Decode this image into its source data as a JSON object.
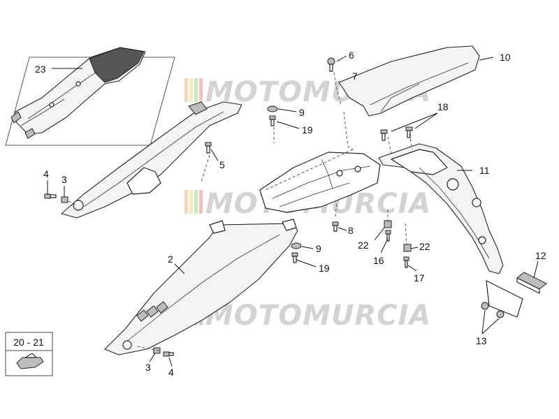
{
  "watermark": {
    "text": "MOTOMURCIA"
  },
  "inset": {
    "label": "20 - 21"
  },
  "callouts": [
    {
      "id": "c1",
      "label": "23"
    },
    {
      "id": "c2",
      "label": "6"
    },
    {
      "id": "c3",
      "label": "7"
    },
    {
      "id": "c4",
      "label": "10"
    },
    {
      "id": "c5",
      "label": "9"
    },
    {
      "id": "c6",
      "label": "19"
    },
    {
      "id": "c7",
      "label": "18"
    },
    {
      "id": "c8",
      "label": "5"
    },
    {
      "id": "c9",
      "label": "4"
    },
    {
      "id": "c10",
      "label": "3"
    },
    {
      "id": "c11",
      "label": "11"
    },
    {
      "id": "c12",
      "label": "8"
    },
    {
      "id": "c13",
      "label": "22"
    },
    {
      "id": "c14",
      "label": "16"
    },
    {
      "id": "c15",
      "label": "22"
    },
    {
      "id": "c16",
      "label": "17"
    },
    {
      "id": "c17",
      "label": "2"
    },
    {
      "id": "c18",
      "label": "9"
    },
    {
      "id": "c19",
      "label": "19"
    },
    {
      "id": "c20",
      "label": "12"
    },
    {
      "id": "c21",
      "label": "13"
    },
    {
      "id": "c22",
      "label": "3"
    },
    {
      "id": "c23",
      "label": "4"
    }
  ]
}
